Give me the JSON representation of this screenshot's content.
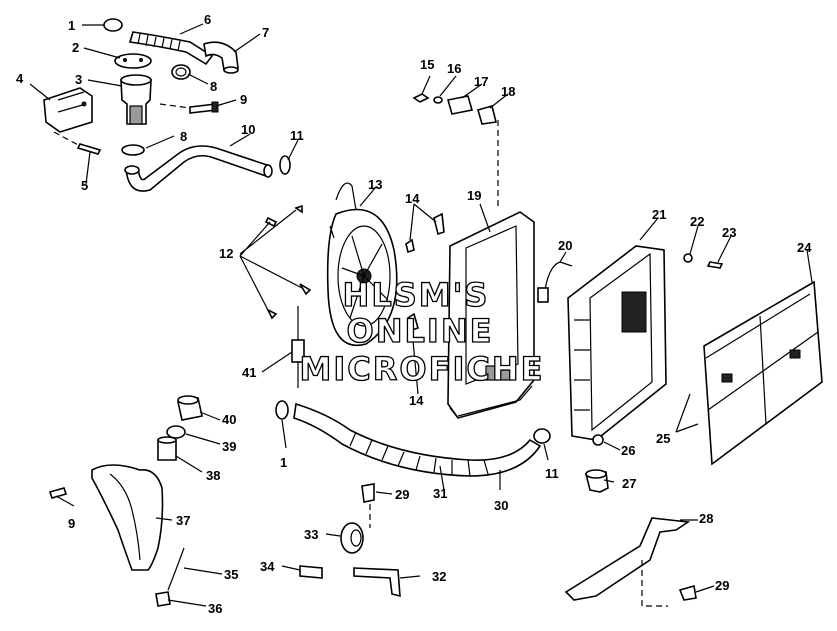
{
  "callouts": {
    "c1a": "1",
    "c1b": "1",
    "c2": "2",
    "c3": "3",
    "c4": "4",
    "c5": "5",
    "c6": "6",
    "c7": "7",
    "c8a": "8",
    "c8b": "8",
    "c9a": "9",
    "c9b": "9",
    "c10": "10",
    "c11a": "11",
    "c11b": "11",
    "c12": "12",
    "c13": "13",
    "c14a": "14",
    "c14b": "14",
    "c15": "15",
    "c16": "16",
    "c17": "17",
    "c18": "18",
    "c19": "19",
    "c20": "20",
    "c21": "21",
    "c22": "22",
    "c23": "23",
    "c24": "24",
    "c25": "25",
    "c26": "26",
    "c27": "27",
    "c28": "28",
    "c29a": "29",
    "c29b": "29",
    "c30": "30",
    "c31": "31",
    "c32": "32",
    "c33": "33",
    "c34": "34",
    "c35": "35",
    "c36": "36",
    "c37": "37",
    "c38": "38",
    "c39": "39",
    "c40": "40",
    "c41": "41"
  },
  "watermark": {
    "line1": "HLSM'S",
    "line2": "ONLINE",
    "line3": "MICROFICHE"
  }
}
